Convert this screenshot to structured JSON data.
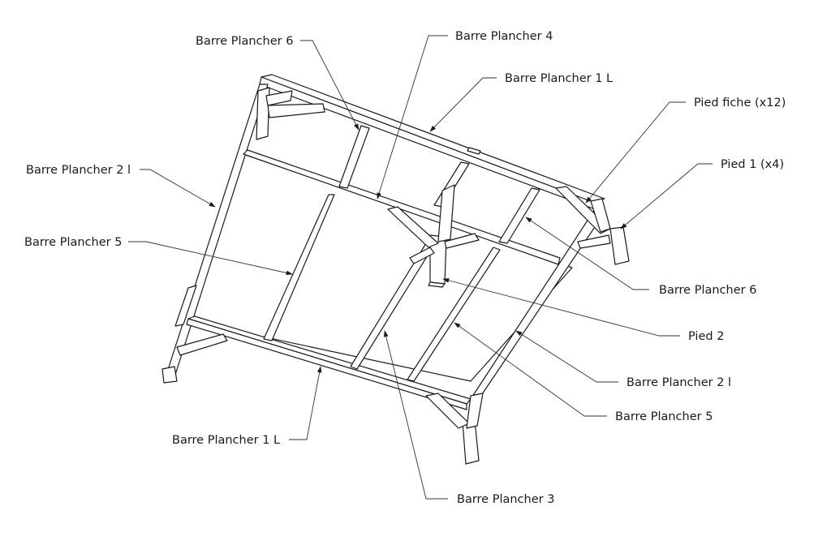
{
  "labels": {
    "barre_plancher_6_top": "Barre Plancher 6",
    "barre_plancher_4": "Barre Plancher 4",
    "barre_plancher_1L_top": "Barre Plancher 1 L",
    "pied_fiche": "Pied fiche (x12)",
    "pied_1": "Pied 1 (x4)",
    "barre_plancher_2l_left": "Barre Plancher 2 l",
    "barre_plancher_5_left": "Barre Plancher 5",
    "barre_plancher_6_right": "Barre Plancher 6",
    "pied_2": "Pied 2",
    "barre_plancher_2l_right": "Barre Plancher 2 l",
    "barre_plancher_5_right": "Barre Plancher 5",
    "barre_plancher_1L_bottom": "Barre Plancher 1 L",
    "barre_plancher_3": "Barre Plancher 3"
  }
}
